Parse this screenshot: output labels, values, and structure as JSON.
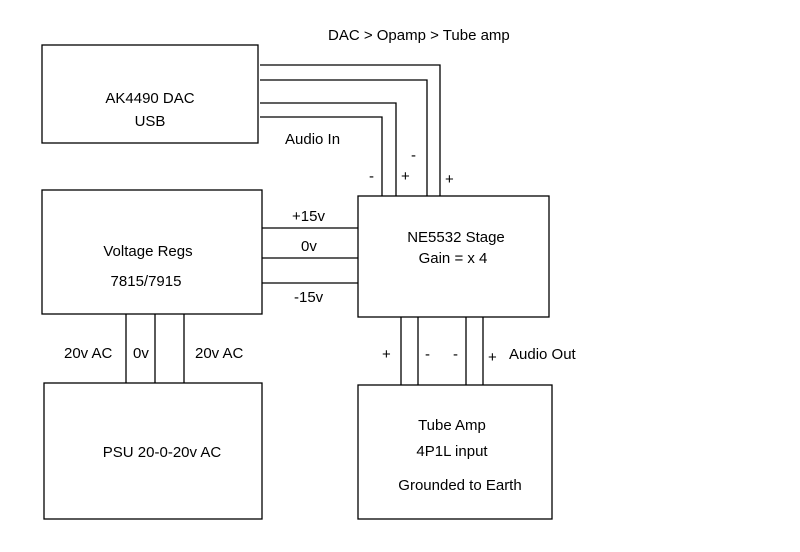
{
  "title": "DAC > Opamp > Tube amp",
  "blocks": {
    "dac": {
      "line1": "AK4490 DAC",
      "line2": "USB"
    },
    "regs": {
      "line1": "Voltage Regs",
      "line2": "7815/7915"
    },
    "psu": {
      "line1": "PSU 20-0-20v AC"
    },
    "stage": {
      "line1": "NE5532 Stage",
      "line2": "Gain = x 4"
    },
    "tube": {
      "line1": "Tube Amp",
      "line2": "4P1L input",
      "line3": "Grounded to Earth"
    }
  },
  "labels": {
    "audio_in": "Audio In",
    "audio_out": "Audio Out",
    "v_plus15": "+15v",
    "v_0": "0v",
    "v_minus15": "-15v",
    "ac_left": "20v AC",
    "ac_center": "0v",
    "ac_right": "20v AC",
    "in_minus_1": "-",
    "in_plus_1": "+",
    "in_minus_2": "-",
    "in_plus_2": "+",
    "out_plus_1": "+",
    "out_minus_1": "-",
    "out_minus_2": "-",
    "out_plus_2": "+"
  }
}
